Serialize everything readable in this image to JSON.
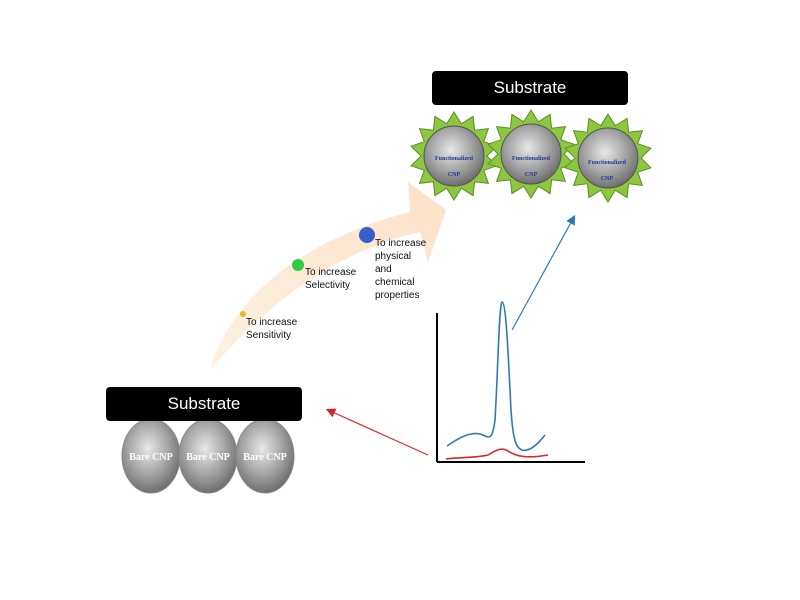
{
  "top_substrate": {
    "label": "Substrate"
  },
  "bottom_substrate": {
    "label": "Substrate"
  },
  "functionalized_cnps": [
    {
      "line1": "Functionalized",
      "line2": "CNP"
    },
    {
      "line1": "Functionalized",
      "line2": "CNP"
    },
    {
      "line1": "Functionalized",
      "line2": "CNP"
    }
  ],
  "bare_cnps": [
    {
      "label": "Bare CNP"
    },
    {
      "label": "Bare CNP"
    },
    {
      "label": "Bare CNP"
    }
  ],
  "goals": [
    {
      "text": "To increase\nSensitivity",
      "dot_color": "#f0b428"
    },
    {
      "text": "To increase\nSelectivity",
      "dot_color": "#2ecc40"
    },
    {
      "text": "To increase\nphysical\nand\nchemical\nproperties",
      "dot_color": "#3a5fcd"
    }
  ],
  "colors": {
    "arrow_fill": "#fbe6cf",
    "star_fill": "#8dc63f",
    "sphere": "#9a9a9a",
    "blue_trace": "#2e7bb8",
    "red_trace": "#d9262b",
    "red_arrow": "#d9262b",
    "blue_arrow": "#2e7bb8"
  }
}
